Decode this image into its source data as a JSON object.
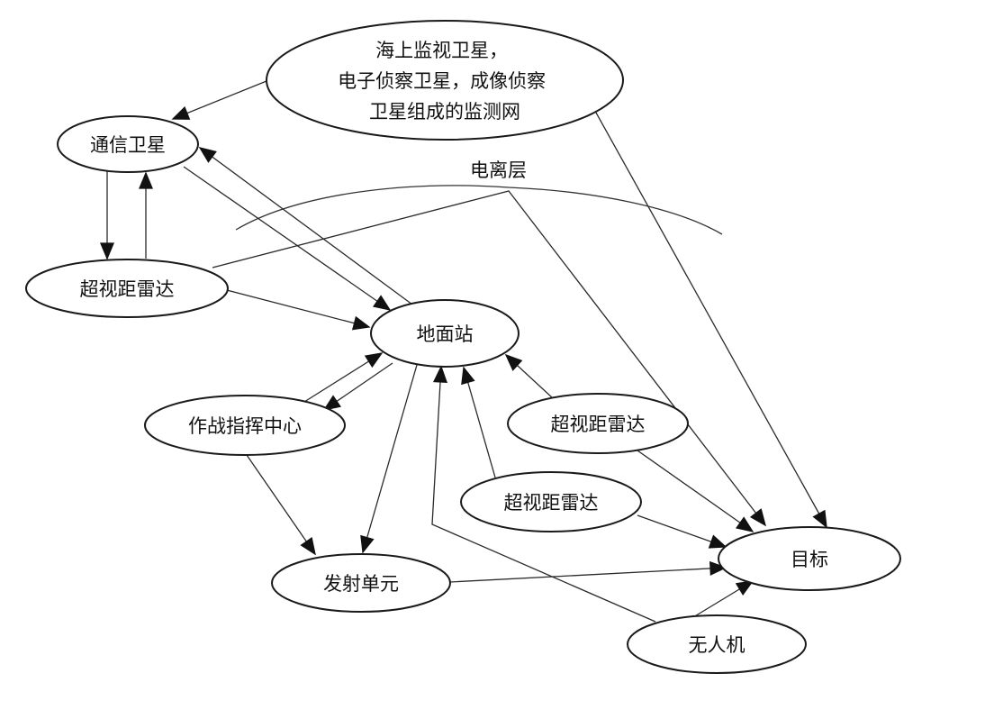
{
  "diagram": {
    "nodes": {
      "sat_network": {
        "lines": [
          "海上监视卫星，",
          "电子侦察卫星，成像侦察",
          "卫星组成的监测网"
        ]
      },
      "comm_sat": {
        "label": "通信卫星"
      },
      "radar_left": {
        "label": "超视距雷达"
      },
      "ground": {
        "label": "地面站"
      },
      "command": {
        "label": "作战指挥中心"
      },
      "radar_right": {
        "label": "超视距雷达"
      },
      "radar_mid": {
        "label": "超视距雷达"
      },
      "launcher": {
        "label": "发射单元"
      },
      "target": {
        "label": "目标"
      },
      "uav": {
        "label": "无人机"
      }
    },
    "ionosphere_label": "电离层",
    "edges": [
      {
        "from": "sat_network",
        "to": "comm_sat"
      },
      {
        "from": "sat_network",
        "to": "target"
      },
      {
        "from": "comm_sat",
        "to": "radar_left"
      },
      {
        "from": "radar_left",
        "to": "comm_sat"
      },
      {
        "from": "comm_sat",
        "to": "ground"
      },
      {
        "from": "ground",
        "to": "comm_sat"
      },
      {
        "from": "radar_left",
        "to": "ground"
      },
      {
        "from": "radar_left",
        "to": "target",
        "via": "ionosphere"
      },
      {
        "from": "command",
        "to": "ground"
      },
      {
        "from": "ground",
        "to": "command"
      },
      {
        "from": "ground",
        "to": "launcher"
      },
      {
        "from": "command",
        "to": "launcher"
      },
      {
        "from": "radar_right",
        "to": "ground"
      },
      {
        "from": "radar_mid",
        "to": "ground"
      },
      {
        "from": "radar_right",
        "to": "target"
      },
      {
        "from": "radar_mid",
        "to": "target"
      },
      {
        "from": "launcher",
        "to": "target"
      },
      {
        "from": "uav",
        "to": "target"
      },
      {
        "from": "uav",
        "to": "ground"
      }
    ]
  }
}
